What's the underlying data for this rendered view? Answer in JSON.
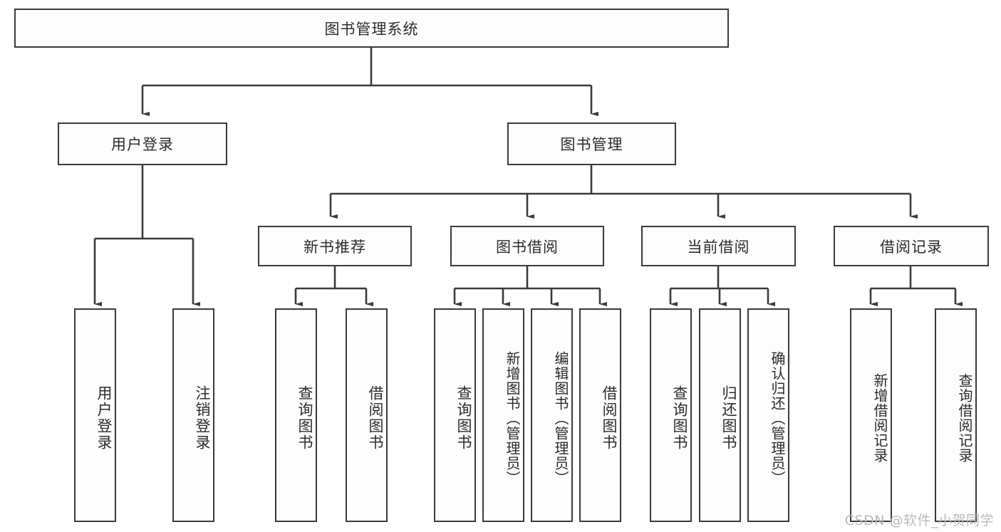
{
  "diagram": {
    "title": "图书管理系统",
    "type": "tree-hierarchy-flowchart",
    "root": {
      "label": "图书管理系统"
    },
    "level2": [
      {
        "label": "用户登录"
      },
      {
        "label": "图书管理"
      }
    ],
    "level3": [
      {
        "label": "新书推荐"
      },
      {
        "label": "图书借阅"
      },
      {
        "label": "当前借阅"
      },
      {
        "label": "借阅记录"
      }
    ],
    "leaves": {
      "user_login": [
        {
          "label": "用户登录"
        },
        {
          "label": "注销登录"
        }
      ],
      "new_book_recommend": [
        {
          "label": "查询图书"
        },
        {
          "label": "借阅图书"
        }
      ],
      "book_borrow": [
        {
          "label": "查询图书"
        },
        {
          "label": "新增图书（管理员）"
        },
        {
          "label": "编辑图书（管理员）"
        },
        {
          "label": "借阅图书"
        }
      ],
      "current_borrow": [
        {
          "label": "查询图书"
        },
        {
          "label": "归还图书"
        },
        {
          "label": "确认归还（管理员）"
        }
      ],
      "borrow_record": [
        {
          "label": "新增借阅记录"
        },
        {
          "label": "查询借阅记录"
        }
      ]
    }
  },
  "watermark": {
    "text": "CSDN @软件_小贺同学"
  },
  "colors": {
    "border": "#3a3a3a",
    "text": "#2b2b2b",
    "background": "#ffffff",
    "node_fill": "#fdfdfd",
    "watermark": "#b9b9b9"
  }
}
